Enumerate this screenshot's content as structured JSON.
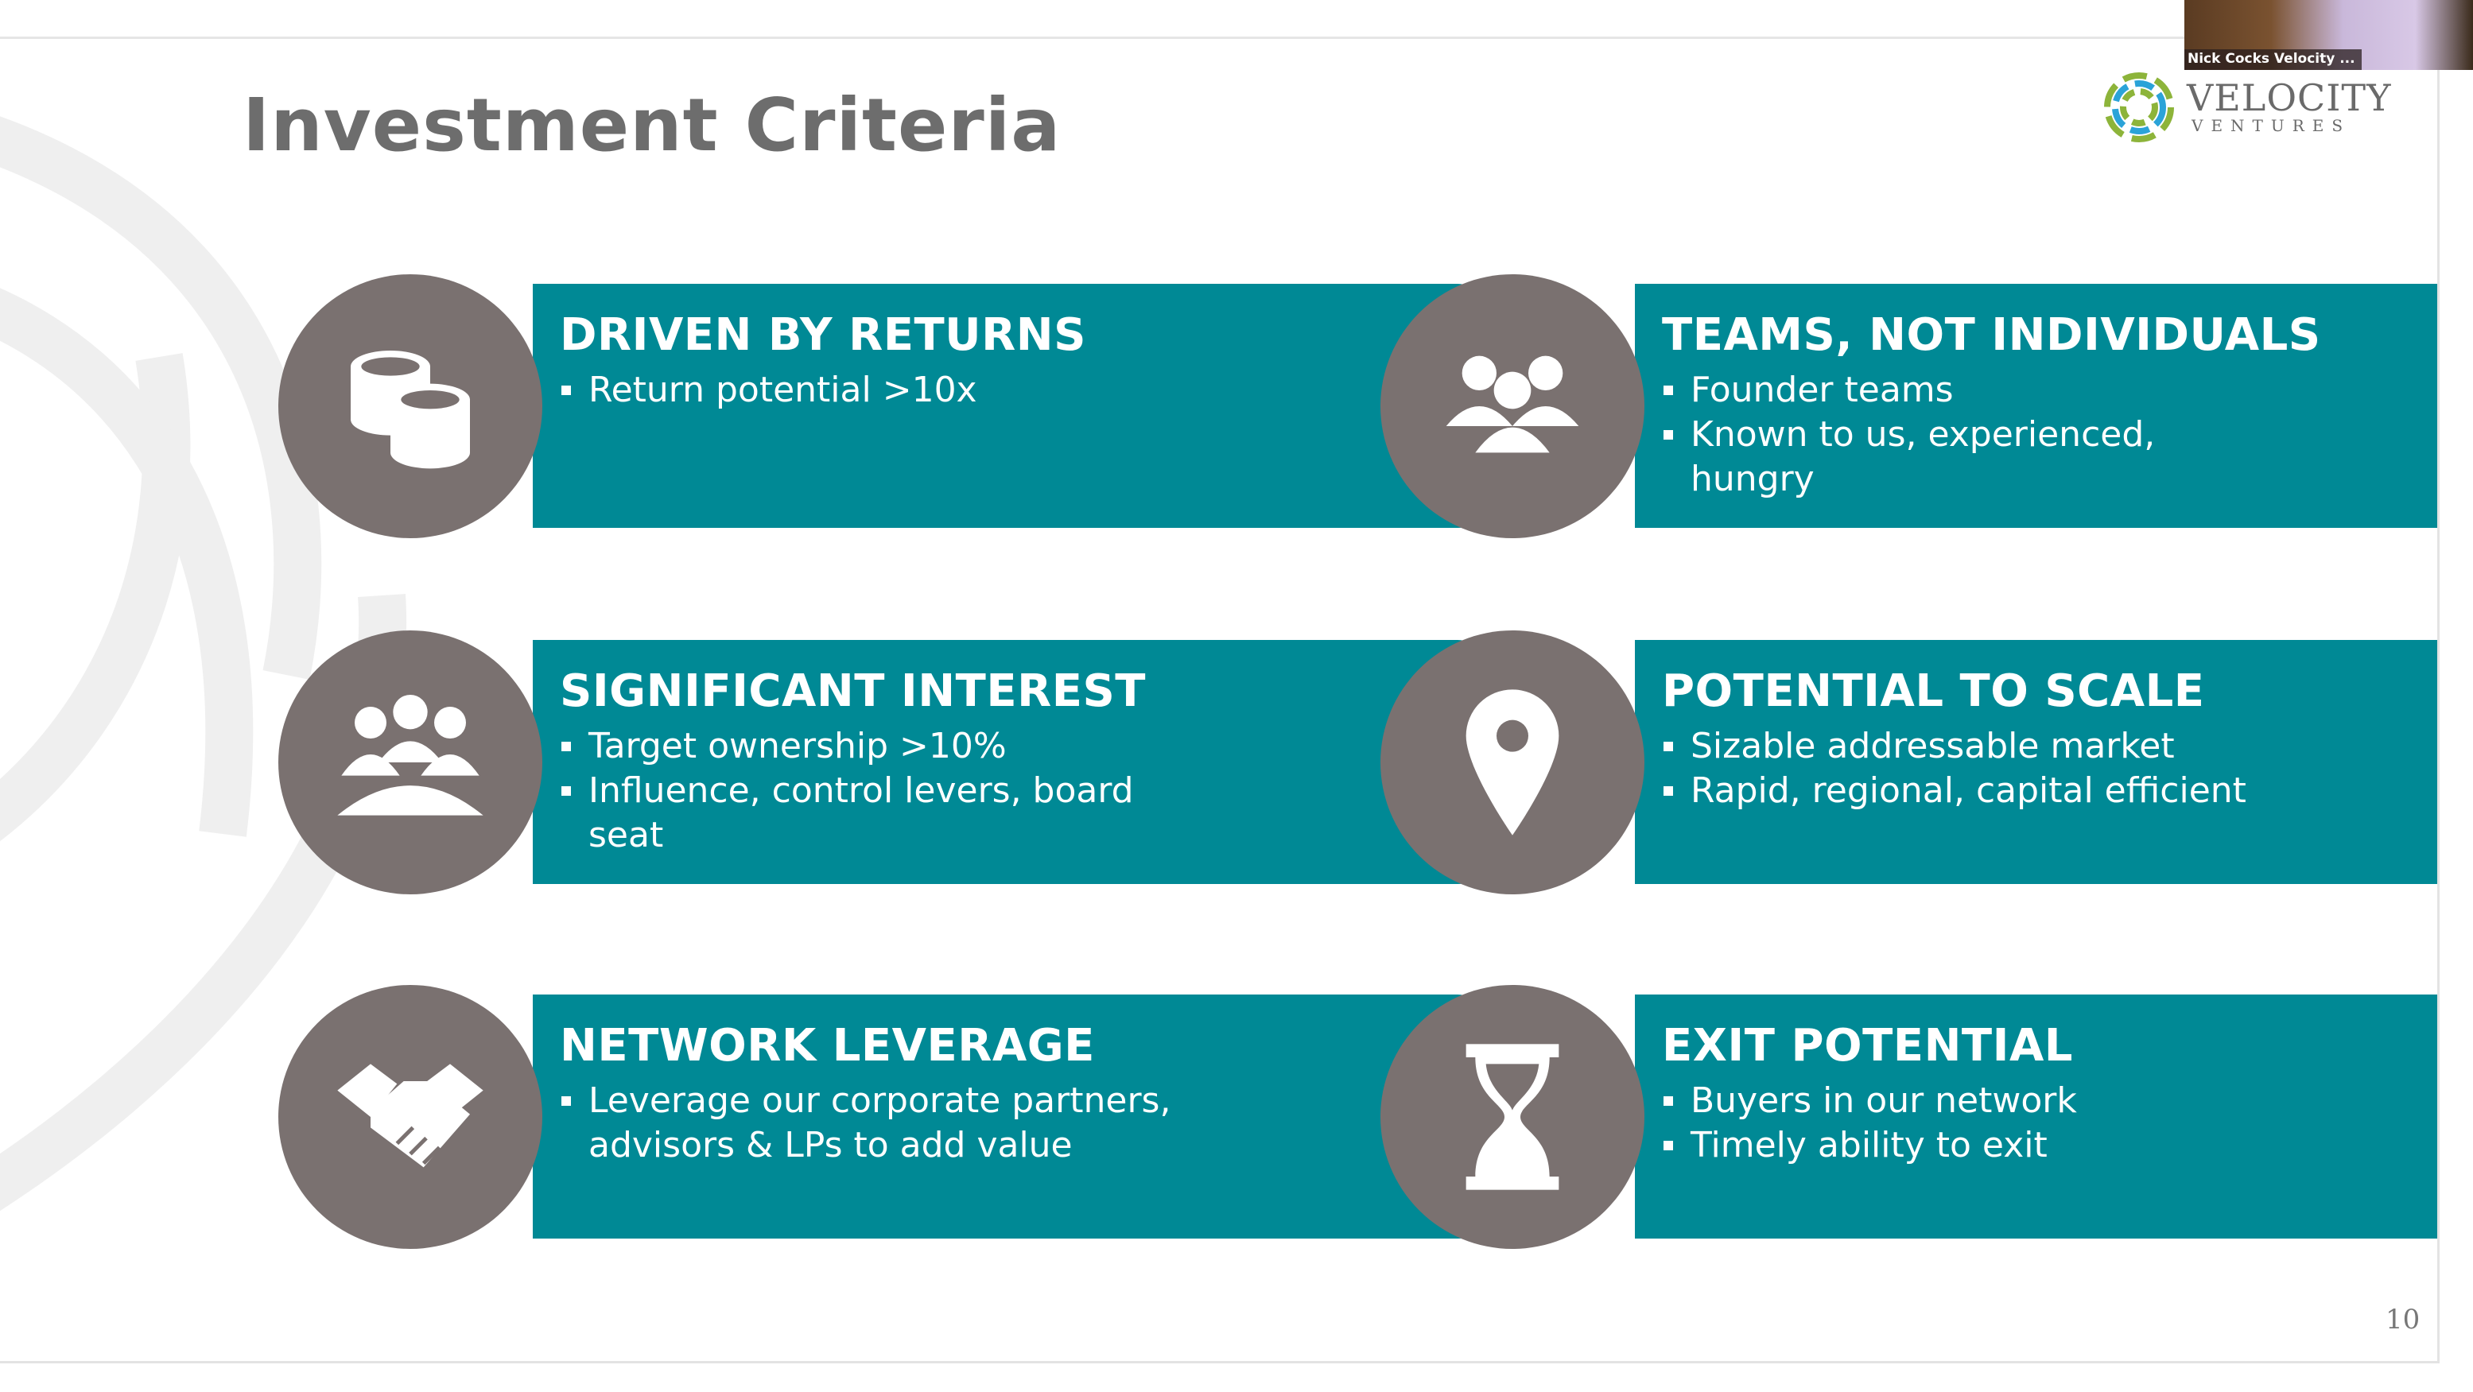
{
  "slide": {
    "title": "Investment Criteria",
    "page_number": "10",
    "logo": {
      "name": "VELOCITY",
      "tagline": "VENTURES"
    },
    "colors": {
      "card": "#008995",
      "circle": "#7a7170",
      "title": "#6d6d6d"
    },
    "cards": [
      {
        "icon": "coins-icon",
        "heading": "DRIVEN BY RETURNS",
        "bullets": [
          "Return potential >10x"
        ]
      },
      {
        "icon": "team-icon",
        "heading": "TEAMS, NOT INDIVIDUALS",
        "bullets": [
          "Founder teams",
          "Known to us, experienced, hungry"
        ]
      },
      {
        "icon": "board-meeting-icon",
        "heading": "SIGNIFICANT INTEREST",
        "bullets": [
          "Target ownership >10%",
          "Influence, control levers, board seat"
        ]
      },
      {
        "icon": "map-pin-icon",
        "heading": "POTENTIAL TO SCALE",
        "bullets": [
          "Sizable addressable market",
          "Rapid, regional, capital efficient"
        ]
      },
      {
        "icon": "handshake-icon",
        "heading": "NETWORK LEVERAGE",
        "bullets": [
          "Leverage our corporate partners, advisors & LPs to add value"
        ]
      },
      {
        "icon": "hourglass-icon",
        "heading": "EXIT POTENTIAL",
        "bullets": [
          "Buyers in our network",
          "Timely ability to exit"
        ]
      }
    ]
  },
  "video": {
    "participant_name": "Nick Cocks Velocity ..."
  }
}
